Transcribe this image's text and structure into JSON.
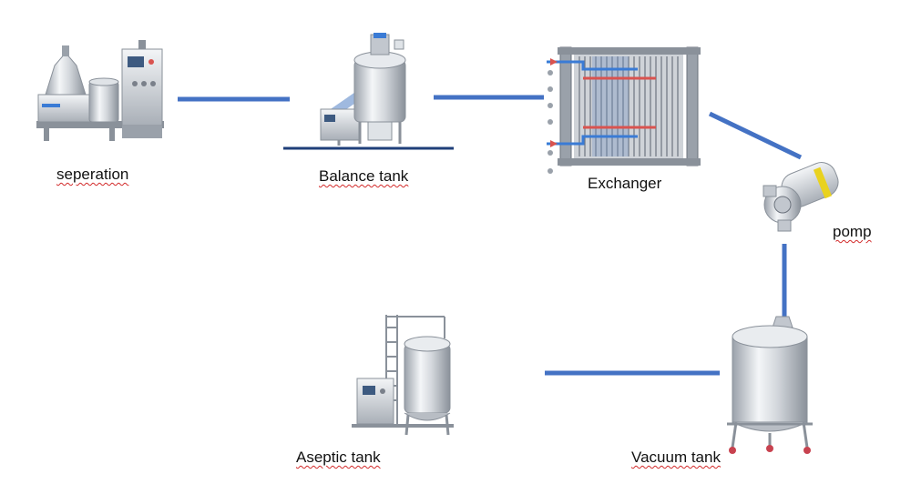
{
  "colors": {
    "connector": "#4472c4",
    "base_line": "#1f3f7a",
    "steel_light": "#eef0f3",
    "steel_mid": "#c2c7ce",
    "steel_dark": "#858c96",
    "hot": "#d9534f",
    "cold": "#3a7bd5",
    "spellcheck_underline": "#d22a2a"
  },
  "nodes": [
    {
      "id": "separation",
      "label": "seperation",
      "icon": "separator-machine-icon"
    },
    {
      "id": "balance_tank",
      "label": "Balance tank",
      "icon": "balance-tank-icon"
    },
    {
      "id": "exchanger",
      "label": "Exchanger",
      "icon": "plate-heat-exchanger-icon"
    },
    {
      "id": "pump",
      "label": "pomp",
      "icon": "centrifugal-pump-icon"
    },
    {
      "id": "vacuum_tank",
      "label": "Vacuum tank",
      "icon": "vacuum-tank-icon"
    },
    {
      "id": "aseptic_tank",
      "label": "Aseptic tank",
      "icon": "aseptic-tank-icon"
    }
  ],
  "edges": [
    {
      "from": "separation",
      "to": "balance_tank"
    },
    {
      "from": "balance_tank",
      "to": "exchanger"
    },
    {
      "from": "exchanger",
      "to": "pump"
    },
    {
      "from": "pump",
      "to": "vacuum_tank"
    },
    {
      "from": "vacuum_tank",
      "to": "aseptic_tank"
    }
  ]
}
